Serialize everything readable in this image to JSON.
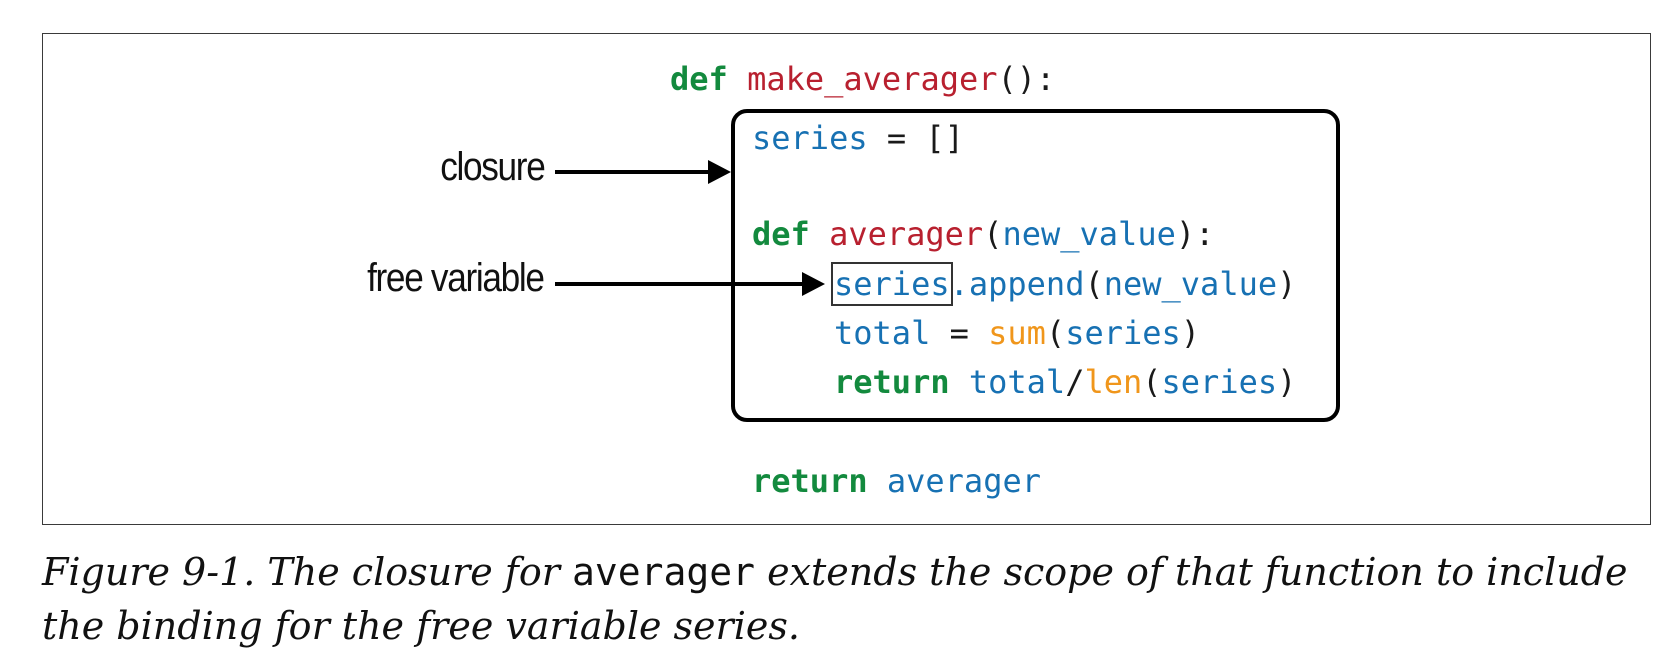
{
  "code": {
    "l1": {
      "kw": "def",
      "fn": "make_averager",
      "rest": "():"
    },
    "l2": {
      "var": "series",
      "rest": " = []"
    },
    "l3": {
      "kw": "def",
      "fn": "averager",
      "open": "(",
      "param": "new_value",
      "close": "):"
    },
    "l4": {
      "free": "series",
      "method": ".append",
      "open": "(",
      "arg": "new_value",
      "close": ")"
    },
    "l5": {
      "var": "total",
      "eq": " = ",
      "bi": "sum",
      "open": "(",
      "arg": "series",
      "close": ")"
    },
    "l6": {
      "kw": "return",
      "var": "total",
      "slash": "/",
      "bi": "len",
      "open": "(",
      "arg": "series",
      "close": ")"
    },
    "l7": {
      "kw": "return",
      "var": "averager"
    }
  },
  "callouts": {
    "closure": "closure",
    "free_variable": "free variable"
  },
  "caption": {
    "prefix": "Figure 9-1. The closure for ",
    "code": "averager",
    "suffix": " extends the scope of that function to include the binding for the free variable series."
  },
  "colors": {
    "keyword": "#138a3e",
    "function_name": "#b8202f",
    "variable": "#1771b3",
    "builtin": "#f0961b"
  }
}
